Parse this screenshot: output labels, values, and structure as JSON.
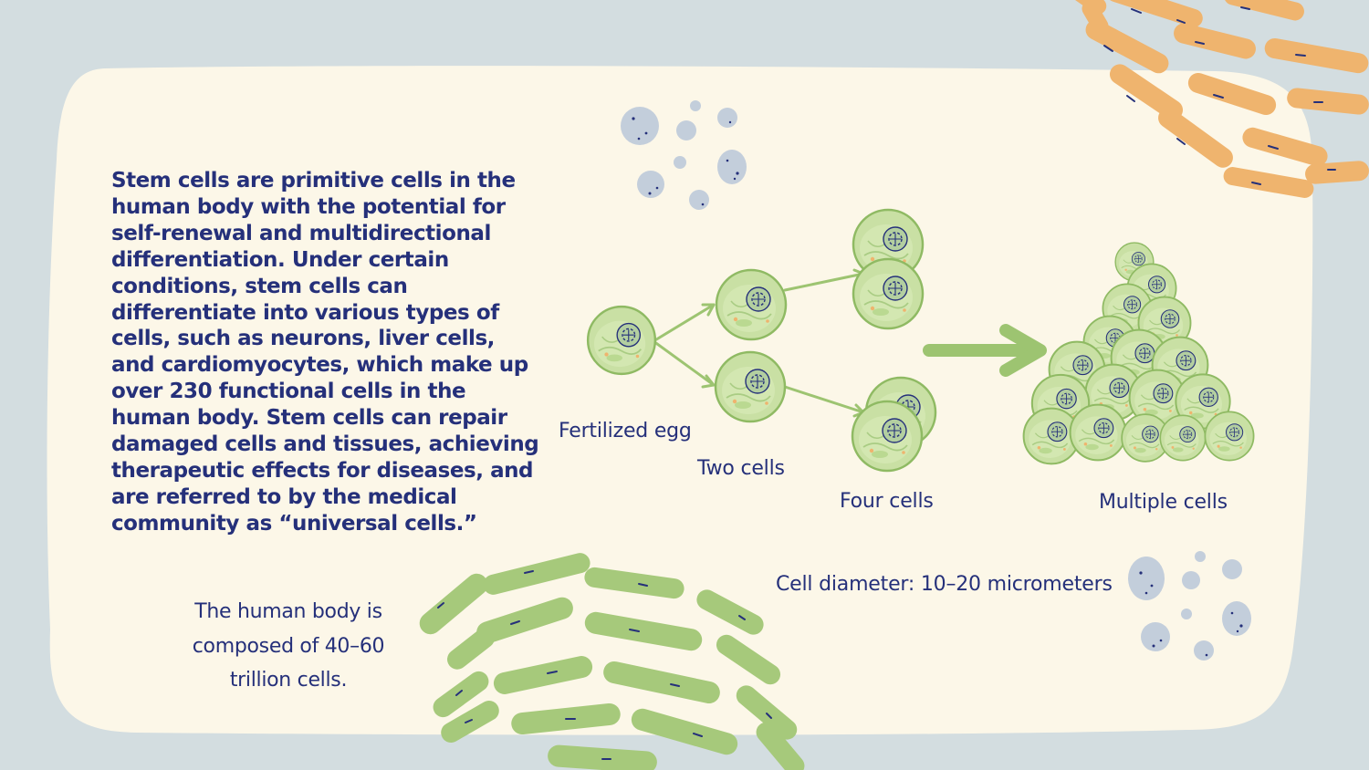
{
  "description": "Stem cells are primitive cells in the human body with the potential for self-renewal and multidirectional differentiation. Under certain conditions, stem cells can differentiate into various types of cells, such as neurons, liver cells, and cardiomyocytes, which make up over 230 functional cells in the human body. Stem cells can repair damaged cells and tissues, achieving therapeutic effects for diseases, and are referred to by the medical community as “universal cells.”",
  "side_note": "The human body is composed of 40–60 trillion cells.",
  "stages": {
    "fertilized_egg": "Fertilized egg",
    "two_cells": "Two cells",
    "four_cells": "Four cells",
    "multiple_cells": "Multiple cells"
  },
  "cell_diameter": "Cell diameter: 10–20 micrometers",
  "colors": {
    "background": "#d3dde0",
    "panel": "#fcf7e8",
    "text": "#25307a",
    "cell_fill": "#c9e0a4",
    "cell_stroke": "#8fba63",
    "arrow": "#9dc471",
    "mitochondria_green": "#a6c97b",
    "mitochondria_orange": "#efb46e",
    "spore_blue": "#c3cedb"
  }
}
